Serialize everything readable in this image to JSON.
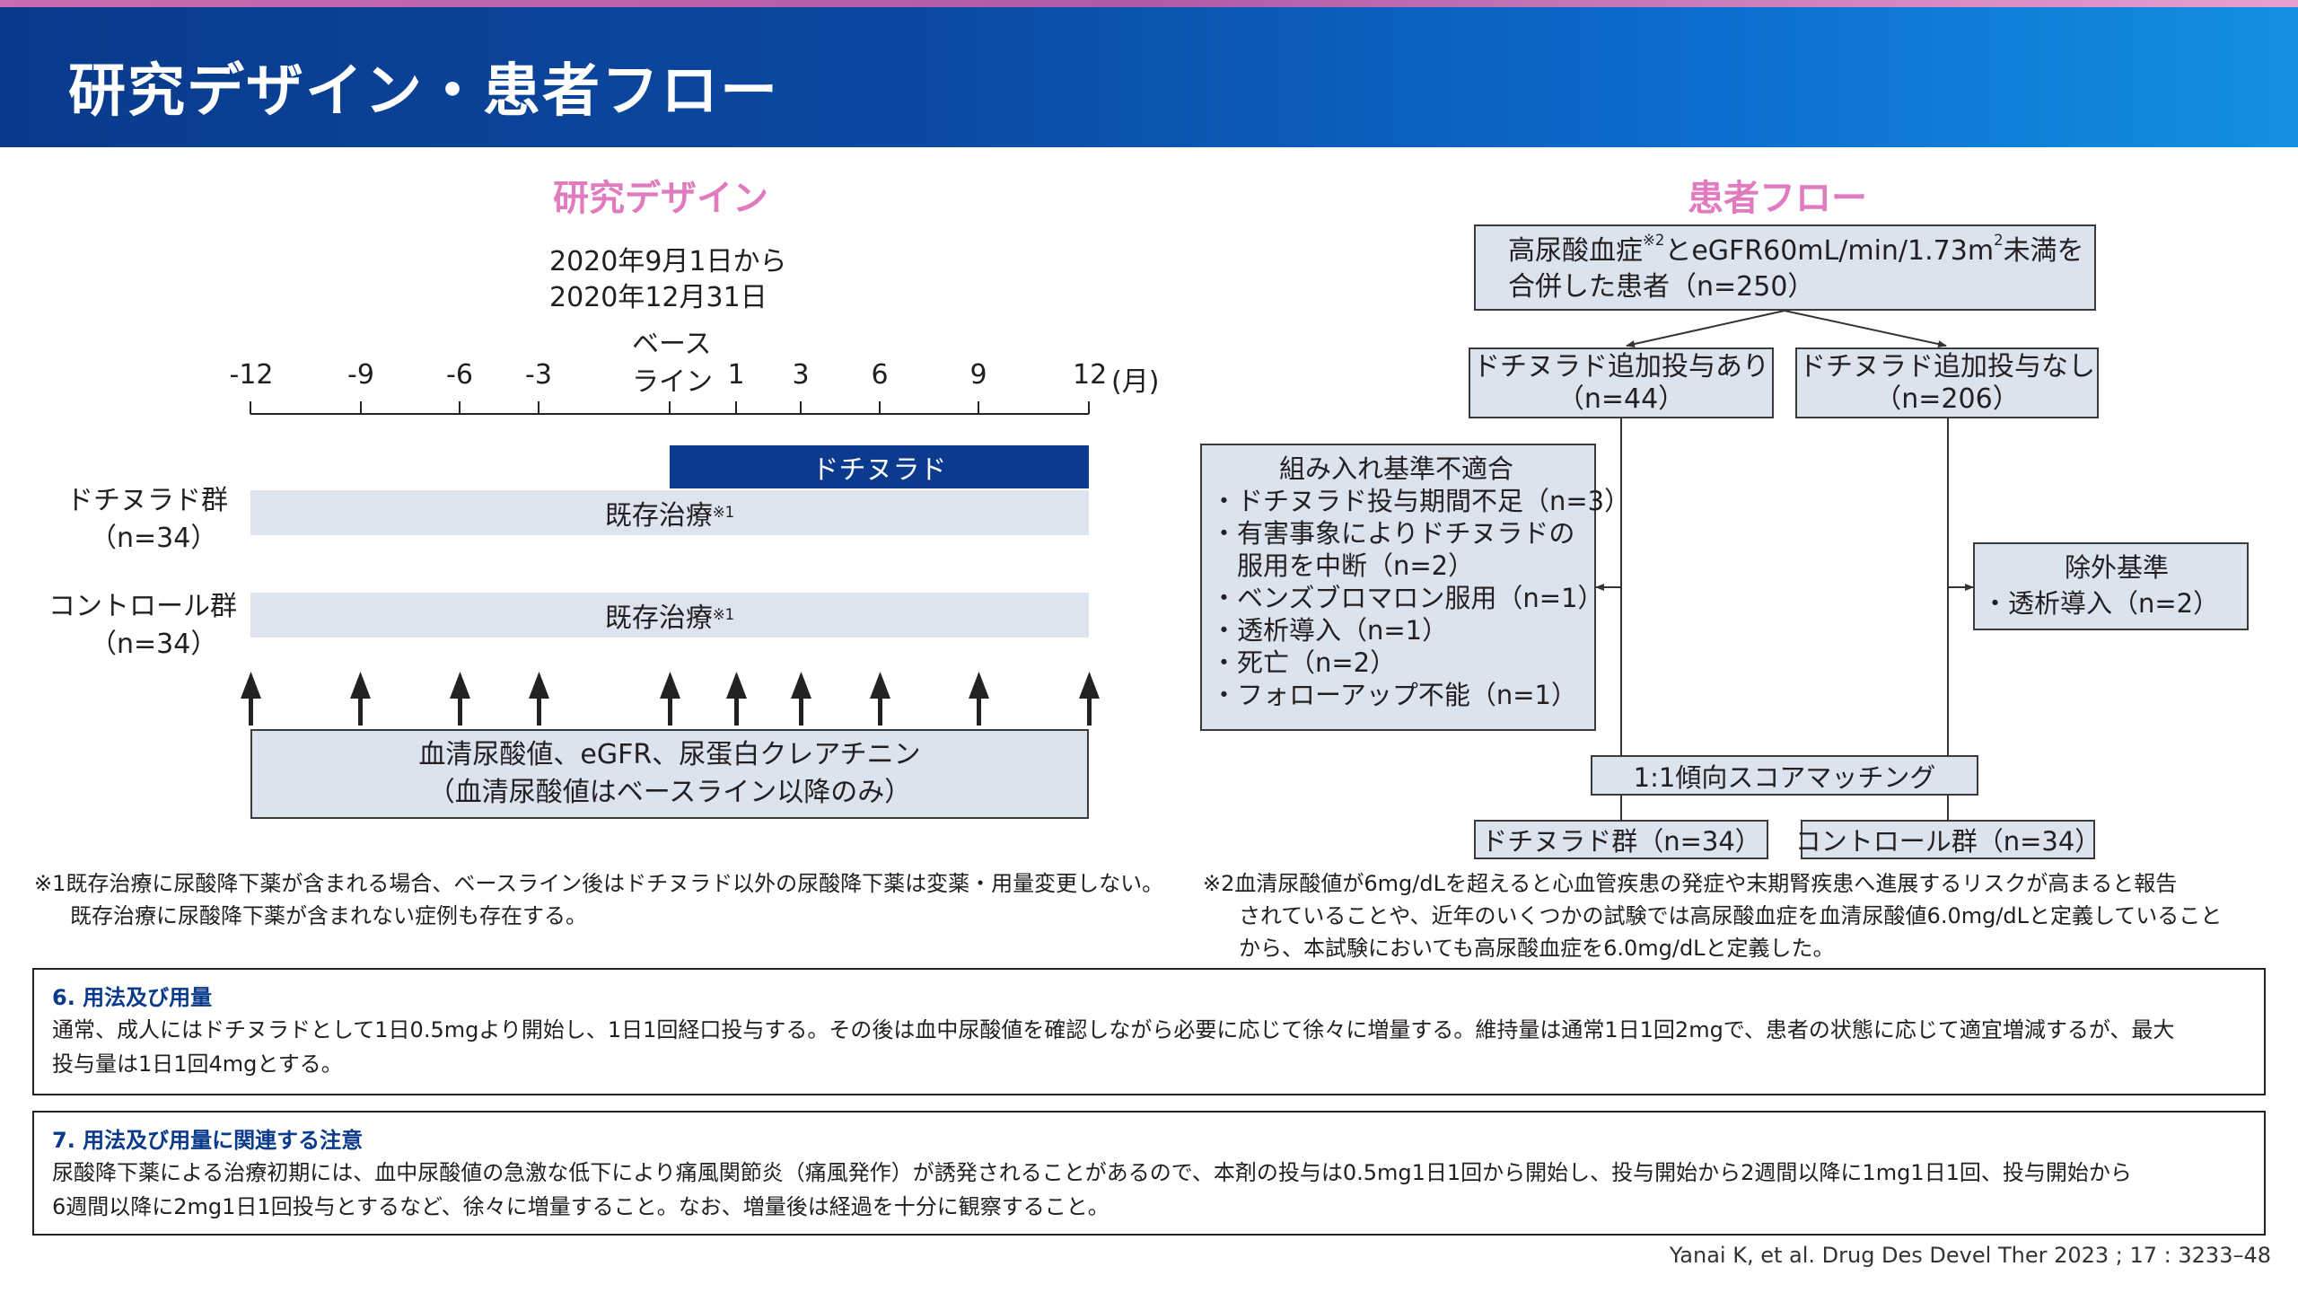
{
  "header": {
    "title": "研究デザイン・患者フロー"
  },
  "design": {
    "title": "研究デザイン",
    "period_line1": "2020年9月1日から",
    "period_line2": "2020年12月31日",
    "baseline_line1": "ベース",
    "baseline_line2": "ライン",
    "ticks": [
      "-12",
      "-9",
      "-6",
      "-3",
      "1",
      "3",
      "6",
      "9",
      "12"
    ],
    "month_unit": "(月)",
    "dotinurad_group_line1": "ドチヌラド群",
    "dotinurad_group_line2": "（n=34）",
    "control_group_line1": "コントロール群",
    "control_group_line2": "（n=34）",
    "dotinurad_bar": "ドチヌラド",
    "existing_treatment": "既存治療",
    "existing_note": "※1",
    "measure_line1": "血清尿酸値、eGFR、尿蛋白クレアチニン",
    "measure_line2": "（血清尿酸値はベースライン以降のみ）"
  },
  "flow": {
    "title": "患者フロー",
    "top_line1_a": "高尿酸血症",
    "top_line1_note": "※2",
    "top_line1_b": "とeGFR60mL/min/1.73m",
    "top_line1_sup": "2",
    "top_line1_c": "未満を",
    "top_line2": "合併した患者（n=250）",
    "with_line1": "ドチヌラド追加投与あり",
    "with_line2": "（n=44）",
    "without_line1": "ドチヌラド追加投与なし",
    "without_line2": "（n=206）",
    "excl_title": "組み入れ基準不適合",
    "excl_items": [
      "・ドチヌラド投与期間不足（n=3）",
      "・有害事象によりドチヌラドの",
      "　服用を中断（n=2）",
      "・ベンズブロマロン服用（n=1）",
      "・透析導入（n=1）",
      "・死亡（n=2）",
      "・フォローアップ不能（n=1）"
    ],
    "excl2_title": "除外基準",
    "excl2_item": "・透析導入（n=2）",
    "matching": "1:1傾向スコアマッチング",
    "final_dotinurad": "ドチヌラド群（n=34）",
    "final_control": "コントロール群（n=34）"
  },
  "footnotes": {
    "note1_line1": "※1既存治療に尿酸降下薬が含まれる場合、ベースライン後はドチヌラド以外の尿酸降下薬は変薬・用量変更しない。",
    "note1_line2": "既存治療に尿酸降下薬が含まれない症例も存在する。",
    "note2_line1": "※2血清尿酸値が6mg/dLを超えると心血管疾患の発症や末期腎疾患へ進展するリスクが高まると報告",
    "note2_line2": "されていることや、近年のいくつかの試験では高尿酸血症を血清尿酸値6.0mg/dLと定義していること",
    "note2_line3": "から、本試験においても高尿酸血症を6.0mg/dLと定義した。"
  },
  "dosage": {
    "heading": "6. 用法及び用量",
    "line1": "通常、成人にはドチヌラドとして1日0.5mgより開始し、1日1回経口投与する。その後は血中尿酸値を確認しながら必要に応じて徐々に増量する。維持量は通常1日1回2mgで、患者の状態に応じて適宜増減するが、最大",
    "line2": "投与量は1日1回4mgとする。"
  },
  "precautions": {
    "heading": "7. 用法及び用量に関連する注意",
    "line1": "尿酸降下薬による治療初期には、血中尿酸値の急激な低下により痛風関節炎（痛風発作）が誘発されることがあるので、本剤の投与は0.5mg1日1回から開始し、投与開始から2週間以降に1mg1日1回、投与開始から",
    "line2": "6週間以降に2mg1日1回投与とするなど、徐々に増量すること。なお、増量後は経過を十分に観察すること。"
  },
  "citation": "Yanai K, et al. Drug Des Devel Ther 2023 ; 17 : 3233–48"
}
